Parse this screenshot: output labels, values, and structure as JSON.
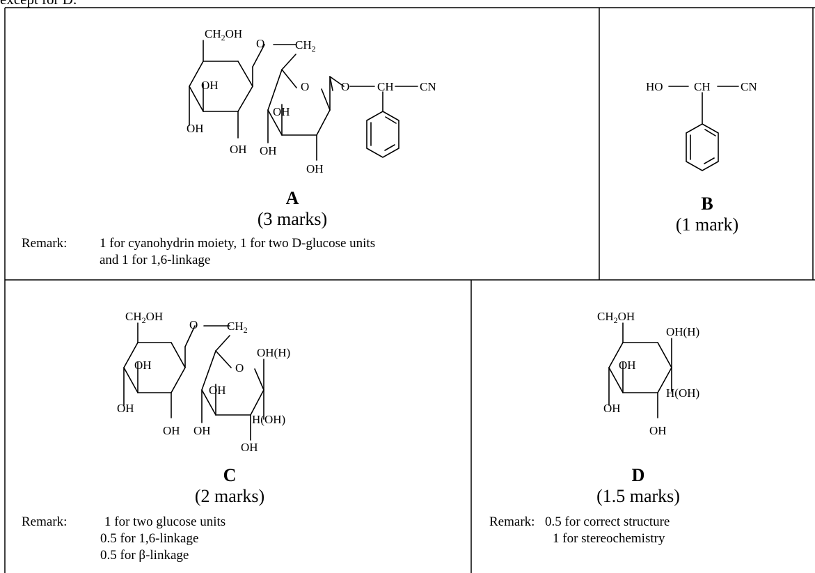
{
  "header_fragment": "except for D.",
  "cells": {
    "A": {
      "letter": "A",
      "marks": "(3 marks)",
      "remark_label": "Remark:",
      "remark_lines": [
        "1 for cyanohydrin moiety, 1 for two D-glucose units",
        "and 1 for 1,6-linkage"
      ],
      "structure_labels": {
        "ch2oh_top": "CH2OH",
        "o_bridge": "O",
        "ch2": "CH2",
        "ring_o": "O",
        "o_link": "O",
        "ch": "CH",
        "cn": "CN",
        "oh": "OH"
      }
    },
    "B": {
      "letter": "B",
      "marks": "(1 mark)",
      "structure_labels": {
        "ho": "HO",
        "ch": "CH",
        "cn": "CN"
      }
    },
    "C": {
      "letter": "C",
      "marks": "(2 marks)",
      "remark_label": "Remark:",
      "remark_lines": [
        "1 for two glucose units",
        "0.5 for 1,6-linkage",
        "0.5 for β-linkage"
      ],
      "structure_labels": {
        "ch2oh": "CH2OH",
        "o_bridge": "O",
        "ch2": "CH2",
        "ring_o": "O",
        "oh_h": "OH(H)",
        "h_oh": "H(OH)",
        "oh": "OH"
      }
    },
    "D": {
      "letter": "D",
      "marks": "(1.5 marks)",
      "remark_label": "Remark:",
      "remark_lines": [
        "0.5 for correct structure",
        "1 for stereochemistry"
      ],
      "structure_labels": {
        "ch2oh": "CH2OH",
        "oh_h": "OH(H)",
        "h_oh": "H(OH)",
        "oh": "OH"
      }
    }
  }
}
